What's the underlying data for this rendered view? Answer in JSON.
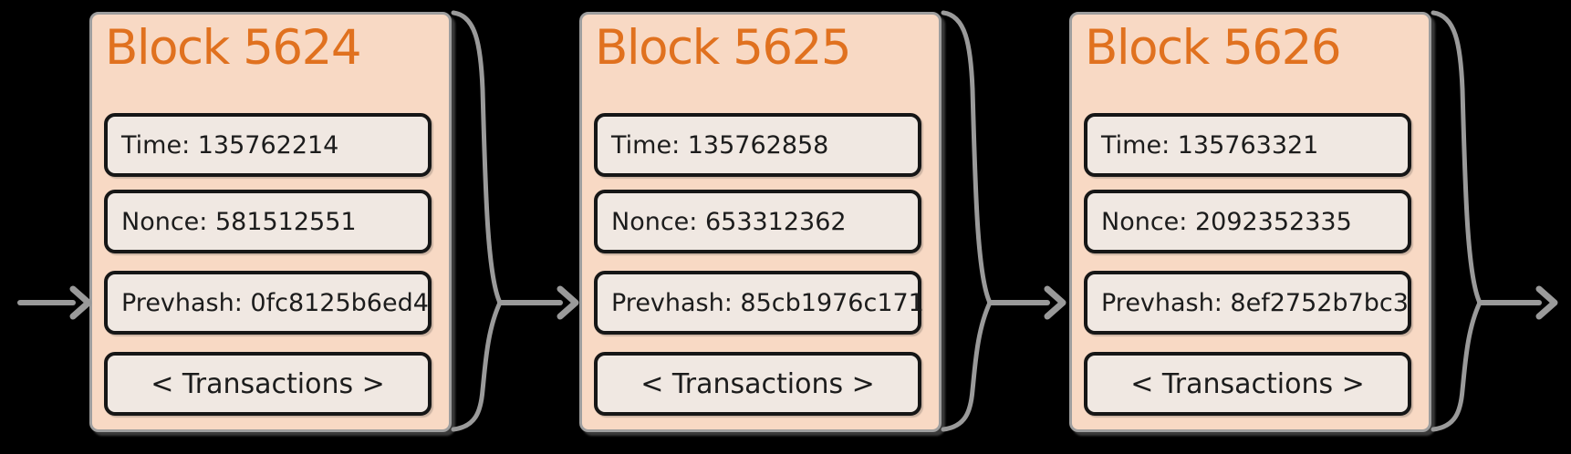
{
  "colors": {
    "background": "#000000",
    "block_fill": "#f8d9c4",
    "block_border": "#9e9e9e",
    "field_fill": "#f0e8e2",
    "field_border": "#161616",
    "field_text": "#1c1c1c",
    "title_text": "#e0711f",
    "connector": "#9a9a9a"
  },
  "blocks": [
    {
      "title": "Block 5624",
      "time": "Time: 135762214",
      "nonce": "Nonce: 581512551",
      "prevhash": "Prevhash: 0fc8125b6ed4",
      "transactions": "< Transactions >"
    },
    {
      "title": "Block 5625",
      "time": "Time: 135762858",
      "nonce": "Nonce: 653312362",
      "prevhash": "Prevhash: 85cb1976c171",
      "transactions": "< Transactions >"
    },
    {
      "title": "Block 5626",
      "time": "Time: 135763321",
      "nonce": "Nonce: 2092352335",
      "prevhash": "Prevhash: 8ef2752b7bc3",
      "transactions": "< Transactions >"
    }
  ]
}
